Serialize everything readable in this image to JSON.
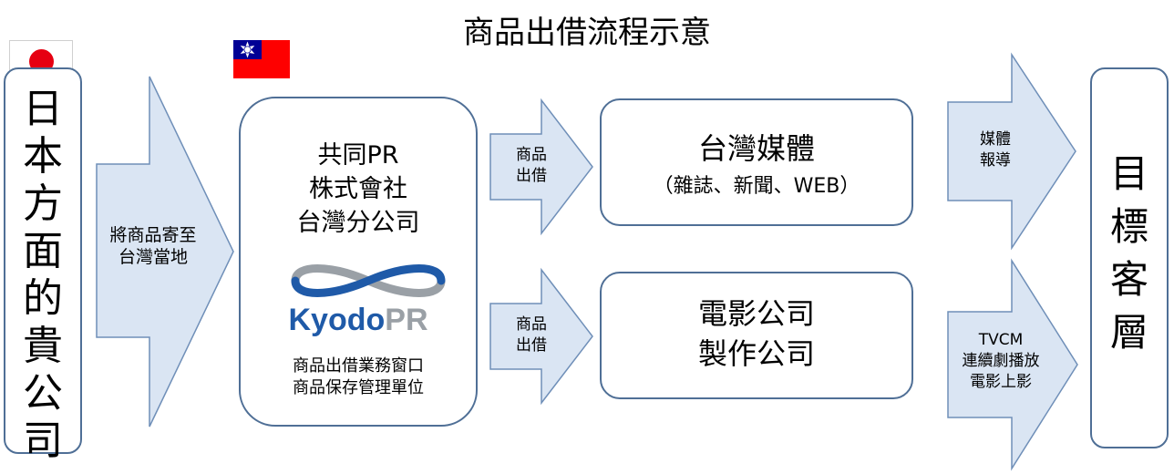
{
  "title": "商品出借流程示意",
  "japan_company": [
    "日",
    "本",
    "方",
    "面",
    "的",
    "貴",
    "公",
    "司"
  ],
  "ship_arrow": [
    "將商品寄至",
    "台灣當地"
  ],
  "kyodo": {
    "name_lines": [
      "共同PR",
      "株式會社",
      "台灣分公司"
    ],
    "logo_text_main": "Kyodo",
    "logo_text_pr": "PR",
    "logo_color_blue": "#1f5aa8",
    "logo_color_gray": "#9aa0a6",
    "role_lines": [
      "商品出借業務窗口",
      "商品保存管理單位"
    ]
  },
  "lend_arrow_top": [
    "商品",
    "出借"
  ],
  "lend_arrow_bottom": [
    "商品",
    "出借"
  ],
  "media_box": {
    "title": "台灣媒體",
    "subtitle": "（雜誌、新聞、WEB）"
  },
  "film_box": [
    "電影公司",
    "製作公司"
  ],
  "report_arrow": [
    "媒體",
    "報導"
  ],
  "screen_arrow": [
    "TVCM",
    "連續劇播放",
    "電影上影"
  ],
  "target": [
    "目",
    "標",
    "客",
    "層"
  ],
  "colors": {
    "arrow_fill": "#dae5f3",
    "arrow_stroke": "#6f8fb8",
    "box_stroke": "#4f6f96",
    "japan_red": "#e60012",
    "taiwan_red": "#fe0000",
    "taiwan_blue": "#000095"
  }
}
